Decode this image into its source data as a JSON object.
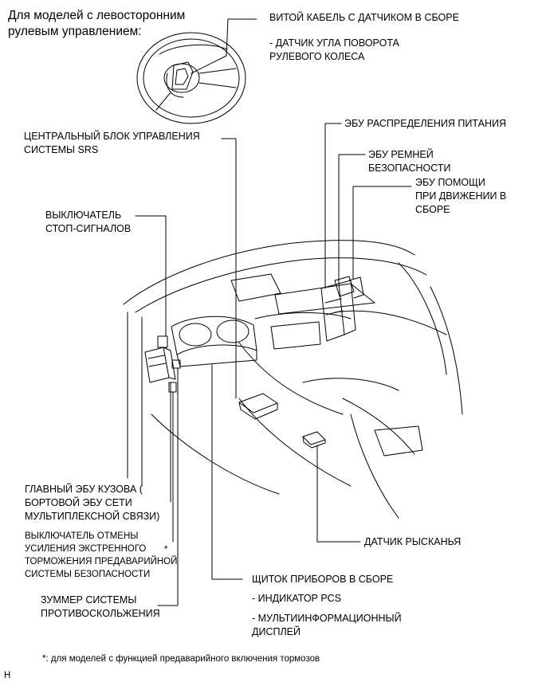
{
  "header": {
    "line1": "Для моделей с левосторонним",
    "line2": "рулевым управлением:"
  },
  "labels": {
    "spiral_cable": {
      "title": "ВИТОЙ КАБЕЛЬ С ДАТЧИКОМ В СБОРЕ",
      "sub1": "- ДАТЧИК УГЛА ПОВОРОТА",
      "sub2": "РУЛЕВОГО КОЛЕСА"
    },
    "srs_center": {
      "line1": "ЦЕНТРАЛЬНЫЙ БЛОК УПРАВЛЕНИЯ",
      "line2": "СИСТЕМЫ SRS"
    },
    "power_dist_ecu": "ЭБУ РАСПРЕДЕЛЕНИЯ ПИТАНИЯ",
    "seatbelt_ecu": {
      "line1": "ЭБУ РЕМНЕЙ",
      "line2": "БЕЗОПАСНОСТИ"
    },
    "driving_assist_ecu": {
      "line1": "ЭБУ ПОМОЩИ",
      "line2": "ПРИ ДВИЖЕНИИ В",
      "line3": "СБОРЕ"
    },
    "stop_light_switch": {
      "line1": "ВЫКЛЮЧАТЕЛЬ",
      "line2": "СТОП-СИГНАЛОВ"
    },
    "main_body_ecu": {
      "line1": "ГЛАВНЫЙ ЭБУ КУЗОВА (",
      "line2": "БОРТОВОЙ ЭБУ СЕТИ",
      "line3": "МУЛЬТИПЛЕКСНОЙ СВЯЗИ)"
    },
    "brake_cancel_switch": {
      "line1": "ВЫКЛЮЧАТЕЛЬ ОТМЕНЫ",
      "line2": "УСИЛЕНИЯ ЭКСТРЕННОГО",
      "line3": "ТОРМОЖЕНИЯ ПРЕДАВАРИЙНОЙ",
      "line4": "СИСТЕМЫ БЕЗОПАСНОСТИ",
      "mark": "*"
    },
    "skid_buzzer": {
      "line1": "ЗУММЕР СИСТЕМЫ",
      "line2": "ПРОТИВОСКОЛЬЖЕНИЯ"
    },
    "yaw_sensor": "ДАТЧИК РЫСКАНЬЯ",
    "combination_meter": {
      "title": "ЩИТОК ПРИБОРОВ В СБОРЕ",
      "sub1": "- ИНДИКАТОР PCS",
      "sub2": "- МУЛЬТИИНФОРМАЦИОННЫЙ",
      "sub3": "ДИСПЛЕЙ"
    }
  },
  "footnote": "*: для моделей с функцией предаварийного включения тормозов",
  "corner_mark": "H"
}
